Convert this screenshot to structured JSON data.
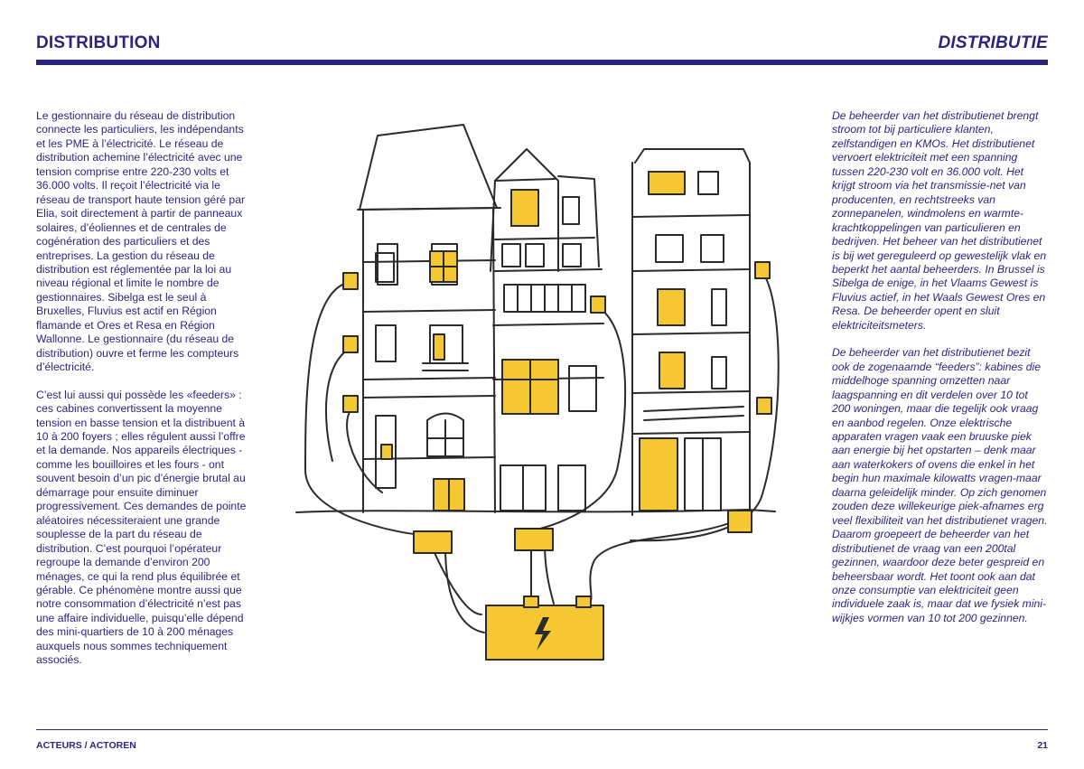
{
  "header": {
    "title_fr": "DISTRIBUTION",
    "title_nl": "DISTRIBUTIE"
  },
  "text_fr": [
    "Le gestionnaire du réseau de distribution connecte les particuliers, les indépendants et les PME à l’électricité. Le réseau de distribution achemine l’électricité avec une tension comprise entre 220-230 volts et 36.000 volts. Il reçoit l’électricité via le réseau de transport haute tension géré par Elia, soit directement à partir de panneaux solaires, d’éoliennes et de centrales de cogénération des particuliers et des entreprises. La gestion du réseau de distribution est réglementée par la loi au niveau régional et limite le nombre de gestionnaires. Sibelga est le seul à Bruxelles, Fluvius est actif en Région flamande et Ores et Resa en Région Wallonne. Le gestionnaire (du réseau de distribution) ouvre et ferme les compteurs d’électricité.",
    "C’est lui aussi qui possède les «feeders» : ces cabines convertissent la moyenne tension en basse tension et la distribuent à 10 à 200 foyers ; elles régulent aussi l’offre et la demande. Nos appareils électriques - comme les bouilloires et les fours - ont souvent besoin d’un pic d’énergie brutal au démarrage pour ensuite diminuer progressivement. Ces demandes de pointe aléatoires nécessiteraient une grande souplesse de la part du réseau de distribution. C’est pourquoi l’opérateur regroupe la demande d’environ 200 ménages, ce qui la rend plus équilibrée et gérable. Ce phénomène montre aussi que notre consommation d’électricité n’est pas une affaire individuelle, puisqu’elle dépend des mini-quartiers de 10 à 200 ménages auxquels nous sommes techniquement associés."
  ],
  "text_nl": [
    "De beheerder van het distributienet brengt stroom tot bij particuliere klanten, zelfstandigen en KMOs. Het distributienet vervoert elektriciteit met een spanning tussen 220-230 volt en 36.000 volt. Het krijgt stroom via het transmissie-net van producenten, en rechtstreeks van zonnepanelen, windmolens en warmte-krachtkoppelingen van particulieren en bedrijven. Het beheer van het distributienet is bij wet gereguleerd op gewestelijk vlak en beperkt het aantal beheerders. In Brussel is Sibelga de enige, in het Vlaams Gewest is Fluvius actief, in het Waals Gewest Ores en Resa. De beheerder opent en sluit elektriciteitsmeters.",
    "De beheerder van het distributienet bezit ook de zogenaamde “feeders”: kabines die middelhoge spanning omzetten naar laagspanning en dit verdelen over 10 tot 200 woningen, maar die tegelijk ook vraag en aanbod regelen. Onze elektrische apparaten vragen vaak een bruuske piek aan energie bij het opstarten – denk maar aan waterkokers of ovens die enkel in het begin hun maximale kilowatts vragen-maar daarna geleidelijk minder. Op zich genomen zouden deze willekeurige piek-afnames erg veel flexibiliteit van het distributienet vragen. Daarom groepeert de beheerder van het distributienet de vraag van een 200tal gezinnen, waardoor deze beter gespreid en beheersbaar wordt. Het toont ook aan dat onze consumptie van elektriciteit geen individuele zaak is, maar dat we fysiek mini-wijkjes vormen van 10 tot 200 gezinnen."
  ],
  "footer": {
    "section": "ACTEURS / ACTOREN",
    "page_number": "21"
  },
  "colors": {
    "text": "#2a2580",
    "accent_yellow": "#f5c833",
    "ink": "#2b2b2b"
  },
  "illustration": {
    "icon": "lightning-bolt-icon"
  }
}
